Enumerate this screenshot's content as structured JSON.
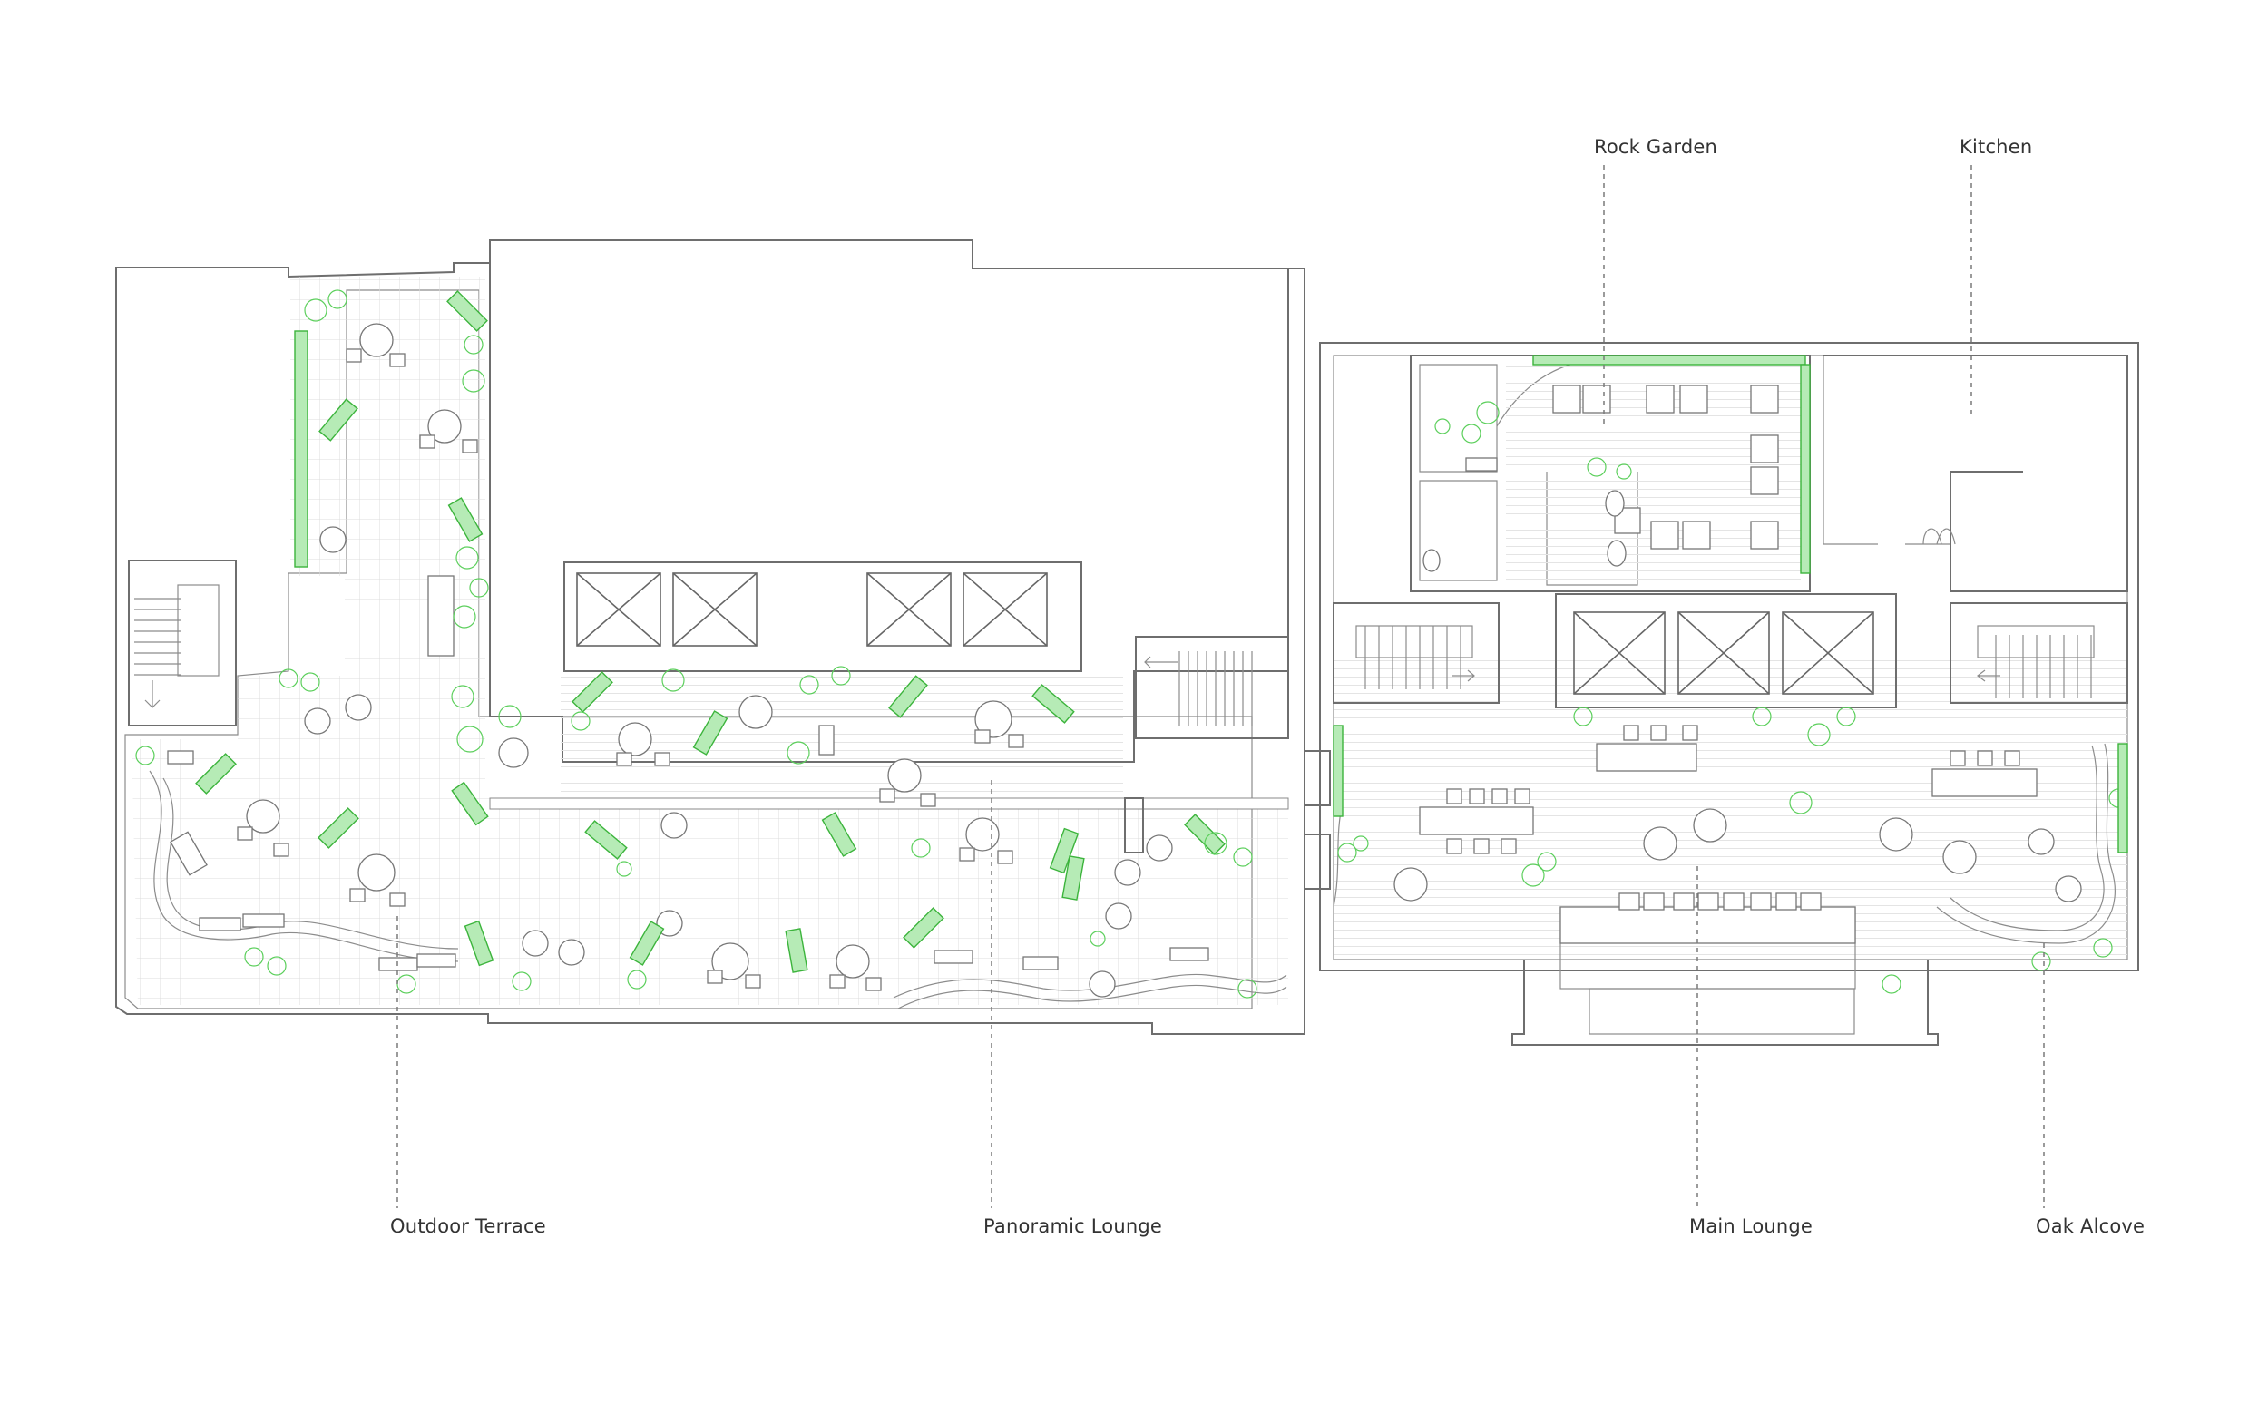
{
  "labels": {
    "rock_garden": "Rock Garden",
    "kitchen": "Kitchen",
    "outdoor_terrace": "Outdoor Terrace",
    "panoramic_lounge": "Panoramic Lounge",
    "main_lounge": "Main Lounge",
    "oak_alcove": "Oak Alcove"
  },
  "colors": {
    "walls": "#6e6e6e",
    "planting": "#3cb43c",
    "planting_fill": "#b6ebb6",
    "grid": "#dedede",
    "text": "#333333"
  }
}
